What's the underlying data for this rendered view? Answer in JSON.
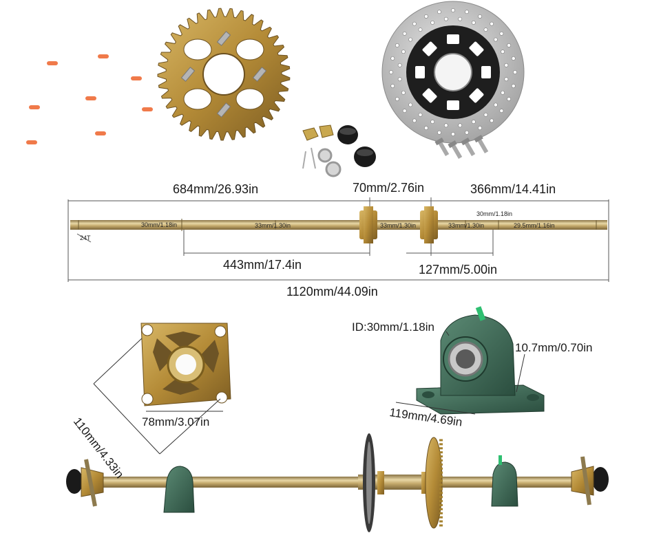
{
  "dimensions": {
    "left_section": "684mm/26.93in",
    "middle_section": "70mm/2.76in",
    "right_section": "366mm/14.41in",
    "inner_left": "443mm/17.4in",
    "inner_right": "127mm/5.00in",
    "total_length": "1120mm/44.09in",
    "spline_teeth": "24T",
    "dia_left_end": "30mm/1.18in",
    "dia_left_mid": "33mm/1.30in",
    "dia_center": "33mm/1.30in",
    "dia_right_mid": "33mm/1.30in",
    "dia_right_top": "30mm/1.18in",
    "dia_right_end": "29.5mm/1.16in"
  },
  "hub": {
    "diagonal": "110mm/4.33in",
    "bolt_spacing": "78mm/3.07in"
  },
  "bearing": {
    "inner_diameter": "ID:30mm/1.18in",
    "height": "10.7mm/0.70in",
    "base_length": "119mm/4.69in"
  },
  "colors": {
    "shaft": "#c9b27a",
    "sprocket": "#b8923e",
    "disc": "#b9b9b9",
    "bearing": "#3d6b57",
    "pin": "#f07a4a"
  },
  "icons": [
    "sprocket",
    "brake-disc",
    "cotter-pin",
    "castle-nut",
    "washer",
    "hub-cap",
    "wheel-hub",
    "pillow-block-bearing",
    "bolt"
  ]
}
